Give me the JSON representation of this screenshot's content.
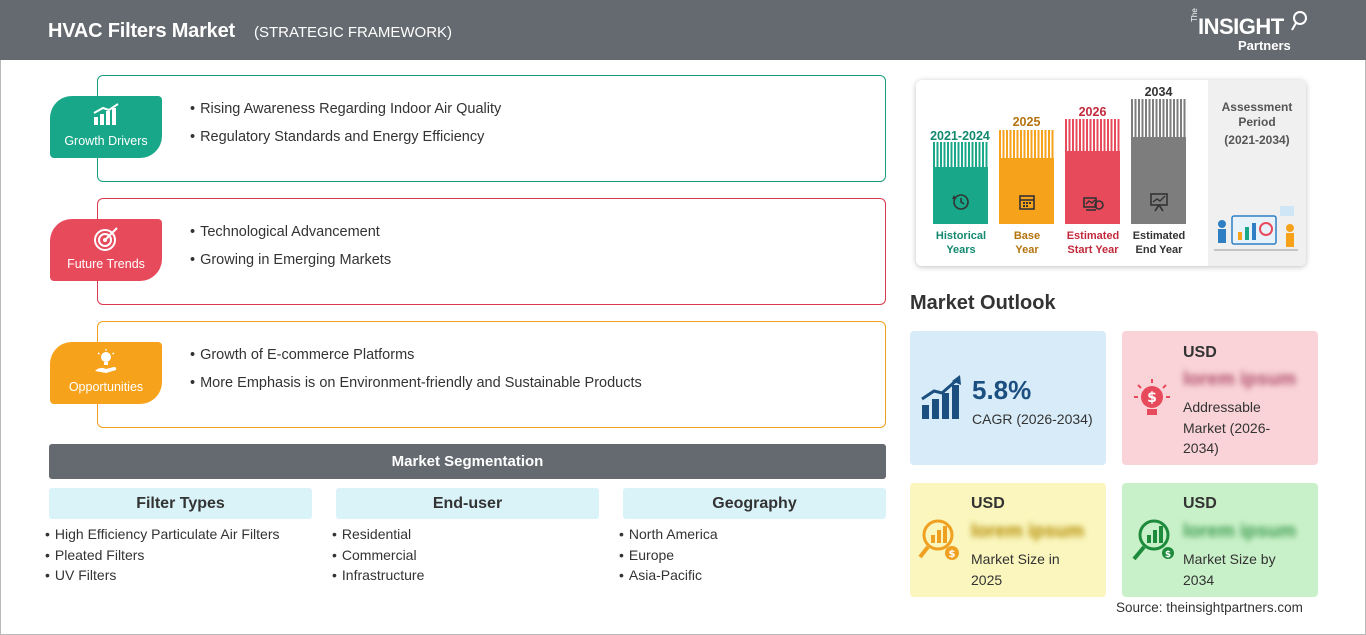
{
  "header": {
    "title": "HVAC Filters Market",
    "subtitle": "(STRATEGIC FRAMEWORK)",
    "logo": {
      "the": "The",
      "insight": "INSIGHT",
      "partners": "Partners"
    }
  },
  "drivers": [
    {
      "label": "Growth Drivers",
      "icon": "growth-chart-icon",
      "color": "#18a889",
      "items": [
        "Rising Awareness Regarding Indoor Air Quality",
        "Regulatory Standards and Energy Efficiency"
      ]
    },
    {
      "label": "Future Trends",
      "icon": "target-icon",
      "color": "#e74a5b",
      "items": [
        "Technological Advancement",
        "Growing in Emerging Markets"
      ]
    },
    {
      "label": "Opportunities",
      "icon": "lightbulb-hand-icon",
      "color": "#f7a21b",
      "items": [
        "Growth of E-commerce Platforms",
        "More Emphasis is on Environment-friendly and Sustainable Products"
      ]
    }
  ],
  "segmentation": {
    "title": "Market Segmentation",
    "columns": [
      {
        "heading": "Filter Types",
        "items": [
          "High Efficiency Particulate Air Filters",
          "Pleated Filters",
          "UV Filters"
        ]
      },
      {
        "heading": "End-user",
        "items": [
          "Residential",
          "Commercial",
          "Infrastructure"
        ]
      },
      {
        "heading": "Geography",
        "items": [
          "North America",
          "Europe",
          "Asia-Pacific"
        ]
      }
    ]
  },
  "timeline": {
    "periods": [
      {
        "year": "2021-2024",
        "label": [
          "Historical",
          "Years"
        ],
        "color": "#18a889",
        "year_color": "#138a6f",
        "icon": "history-icon"
      },
      {
        "year": "2025",
        "label": [
          "Base",
          "Year"
        ],
        "color": "#f7a21b",
        "year_color": "#b5730e",
        "icon": "calendar-icon"
      },
      {
        "year": "2026",
        "label": [
          "Estimated",
          "Start Year"
        ],
        "color": "#e74a5b",
        "year_color": "#c22a3c",
        "icon": "forecast-icon"
      },
      {
        "year": "2034",
        "label": [
          "Estimated",
          "End Year"
        ],
        "color": "#7d7d7d",
        "year_color": "#333333",
        "icon": "presentation-icon"
      }
    ],
    "assessment": {
      "title": [
        "Assessment",
        "Period"
      ],
      "range": "(2021-2034)"
    }
  },
  "outlook": {
    "title": "Market Outlook",
    "cagr": {
      "value": "5.8%",
      "label": "CAGR (2026-2034)"
    },
    "addressable": {
      "currency": "USD",
      "value": "lorem ipsum",
      "label": "Addressable Market (2026-2034)"
    },
    "size_2025": {
      "currency": "USD",
      "value": "lorem ipsum",
      "label": "Market Size in 2025"
    },
    "size_2034": {
      "currency": "USD",
      "value": "lorem ipsum",
      "label": "Market Size by 2034"
    }
  },
  "source": "Source: theinsightpartners.com"
}
